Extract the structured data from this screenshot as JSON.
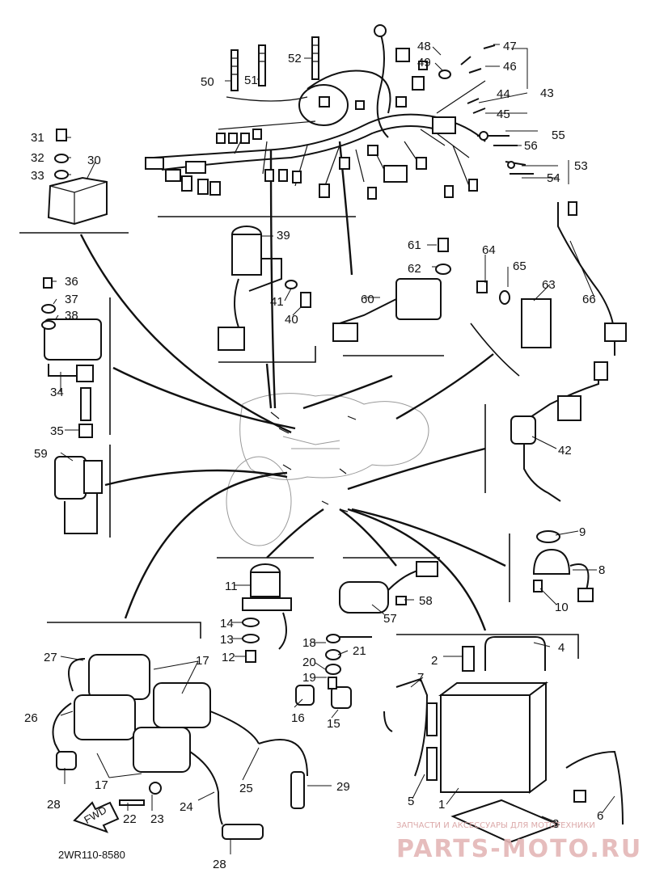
{
  "diagram": {
    "code": "2WR110-8580",
    "fwd_label": "FWD",
    "watermark_small": "ЗАПЧАСТИ И АКСЕССУАРЫ ДЛЯ МОТОТЕХНИКИ",
    "watermark_big": "PARTS-MOTO.RU",
    "callouts": [
      "1",
      "2",
      "3",
      "4",
      "5",
      "6",
      "7",
      "8",
      "9",
      "10",
      "11",
      "12",
      "13",
      "14",
      "15",
      "16",
      "17",
      "17",
      "18",
      "19",
      "20",
      "21",
      "22",
      "23",
      "24",
      "25",
      "26",
      "27",
      "28",
      "28",
      "29",
      "30",
      "31",
      "32",
      "33",
      "34",
      "35",
      "36",
      "37",
      "38",
      "39",
      "40",
      "41",
      "42",
      "43",
      "44",
      "45",
      "46",
      "47",
      "48",
      "49",
      "50",
      "51",
      "52",
      "53",
      "54",
      "55",
      "56",
      "57",
      "58",
      "59",
      "60",
      "61",
      "62",
      "63",
      "64",
      "65",
      "66"
    ]
  }
}
